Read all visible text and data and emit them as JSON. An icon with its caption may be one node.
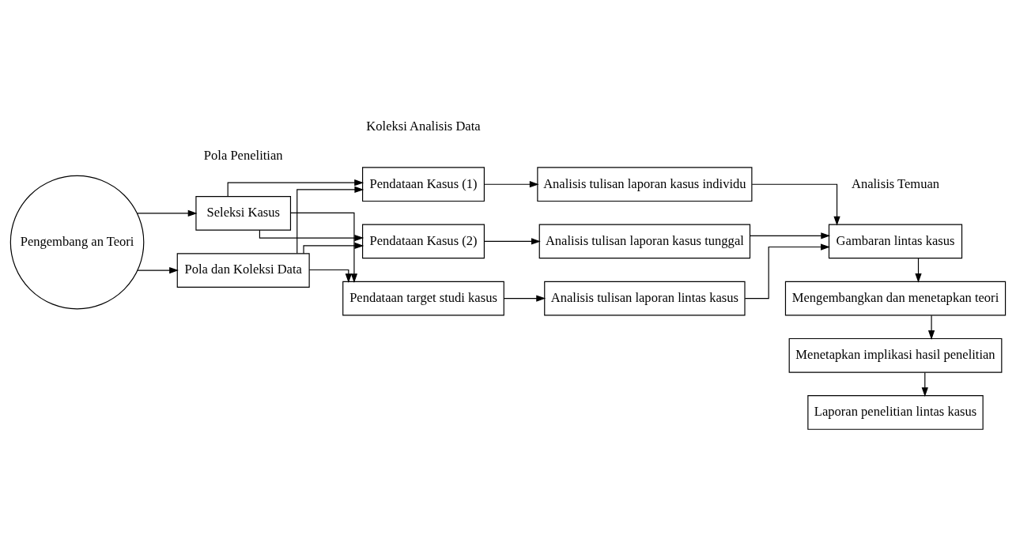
{
  "diagram": {
    "nodes": [
      {
        "text": [
          "Pengembang an Teori"
        ]
      },
      {
        "text": [
          "Seleksi Kasus"
        ]
      },
      {
        "text": [
          "Pola dan Koleksi Data"
        ]
      },
      {
        "text": [
          "Pendataan Kasus (1)"
        ]
      },
      {
        "text": [
          "Pendataan Kasus (2)"
        ]
      },
      {
        "text": [
          "Pendataan target studi kasus"
        ]
      },
      {
        "text": [
          "Analisis tulisan laporan kasus individu"
        ]
      },
      {
        "text": [
          "Analisis tulisan laporan kasus tunggal"
        ]
      },
      {
        "text": [
          "Analisis tulisan laporan lintas kasus"
        ]
      },
      {
        "text": [
          "Gambaran lintas kasus"
        ]
      },
      {
        "text": [
          "Mengembangkan dan menetapkan teori"
        ]
      },
      {
        "text": [
          "Menetapkan implikasi hasil penelitian"
        ]
      },
      {
        "text": [
          "Laporan penelitian lintas kasus"
        ]
      }
    ],
    "edges": [
      {
        "from": 0,
        "to": 1,
        "arrow": "to"
      },
      {
        "from": 0,
        "to": 2,
        "arrow": "to"
      },
      {
        "from": 1,
        "to": 3,
        "arrow": "to"
      },
      {
        "from": 1,
        "to": 4,
        "arrow": "to"
      },
      {
        "from": 1,
        "to": 5,
        "arrow": "to"
      },
      {
        "from": 2,
        "to": 3,
        "arrow": "to"
      },
      {
        "from": 2,
        "to": 4,
        "arrow": "to"
      },
      {
        "from": 2,
        "to": 5,
        "arrow": "to"
      },
      {
        "from": 3,
        "to": 6,
        "arrow": "to"
      },
      {
        "from": 4,
        "to": 7,
        "arrow": "to"
      },
      {
        "from": 5,
        "to": 8,
        "arrow": "to"
      },
      {
        "from": 6,
        "to": 9,
        "arrow": "to"
      },
      {
        "from": 7,
        "to": 9,
        "arrow": "to"
      },
      {
        "from": 8,
        "to": 9,
        "arrow": "to"
      },
      {
        "from": 9,
        "to": 10,
        "arrow": "to"
      },
      {
        "from": 10,
        "to": 11,
        "arrow": "to"
      },
      {
        "from": 11,
        "to": 12,
        "arrow": "to"
      }
    ],
    "labels": [
      "Pola Penelitian",
      "Koleksi Analisis Data",
      "Analisis Temuan"
    ]
  }
}
